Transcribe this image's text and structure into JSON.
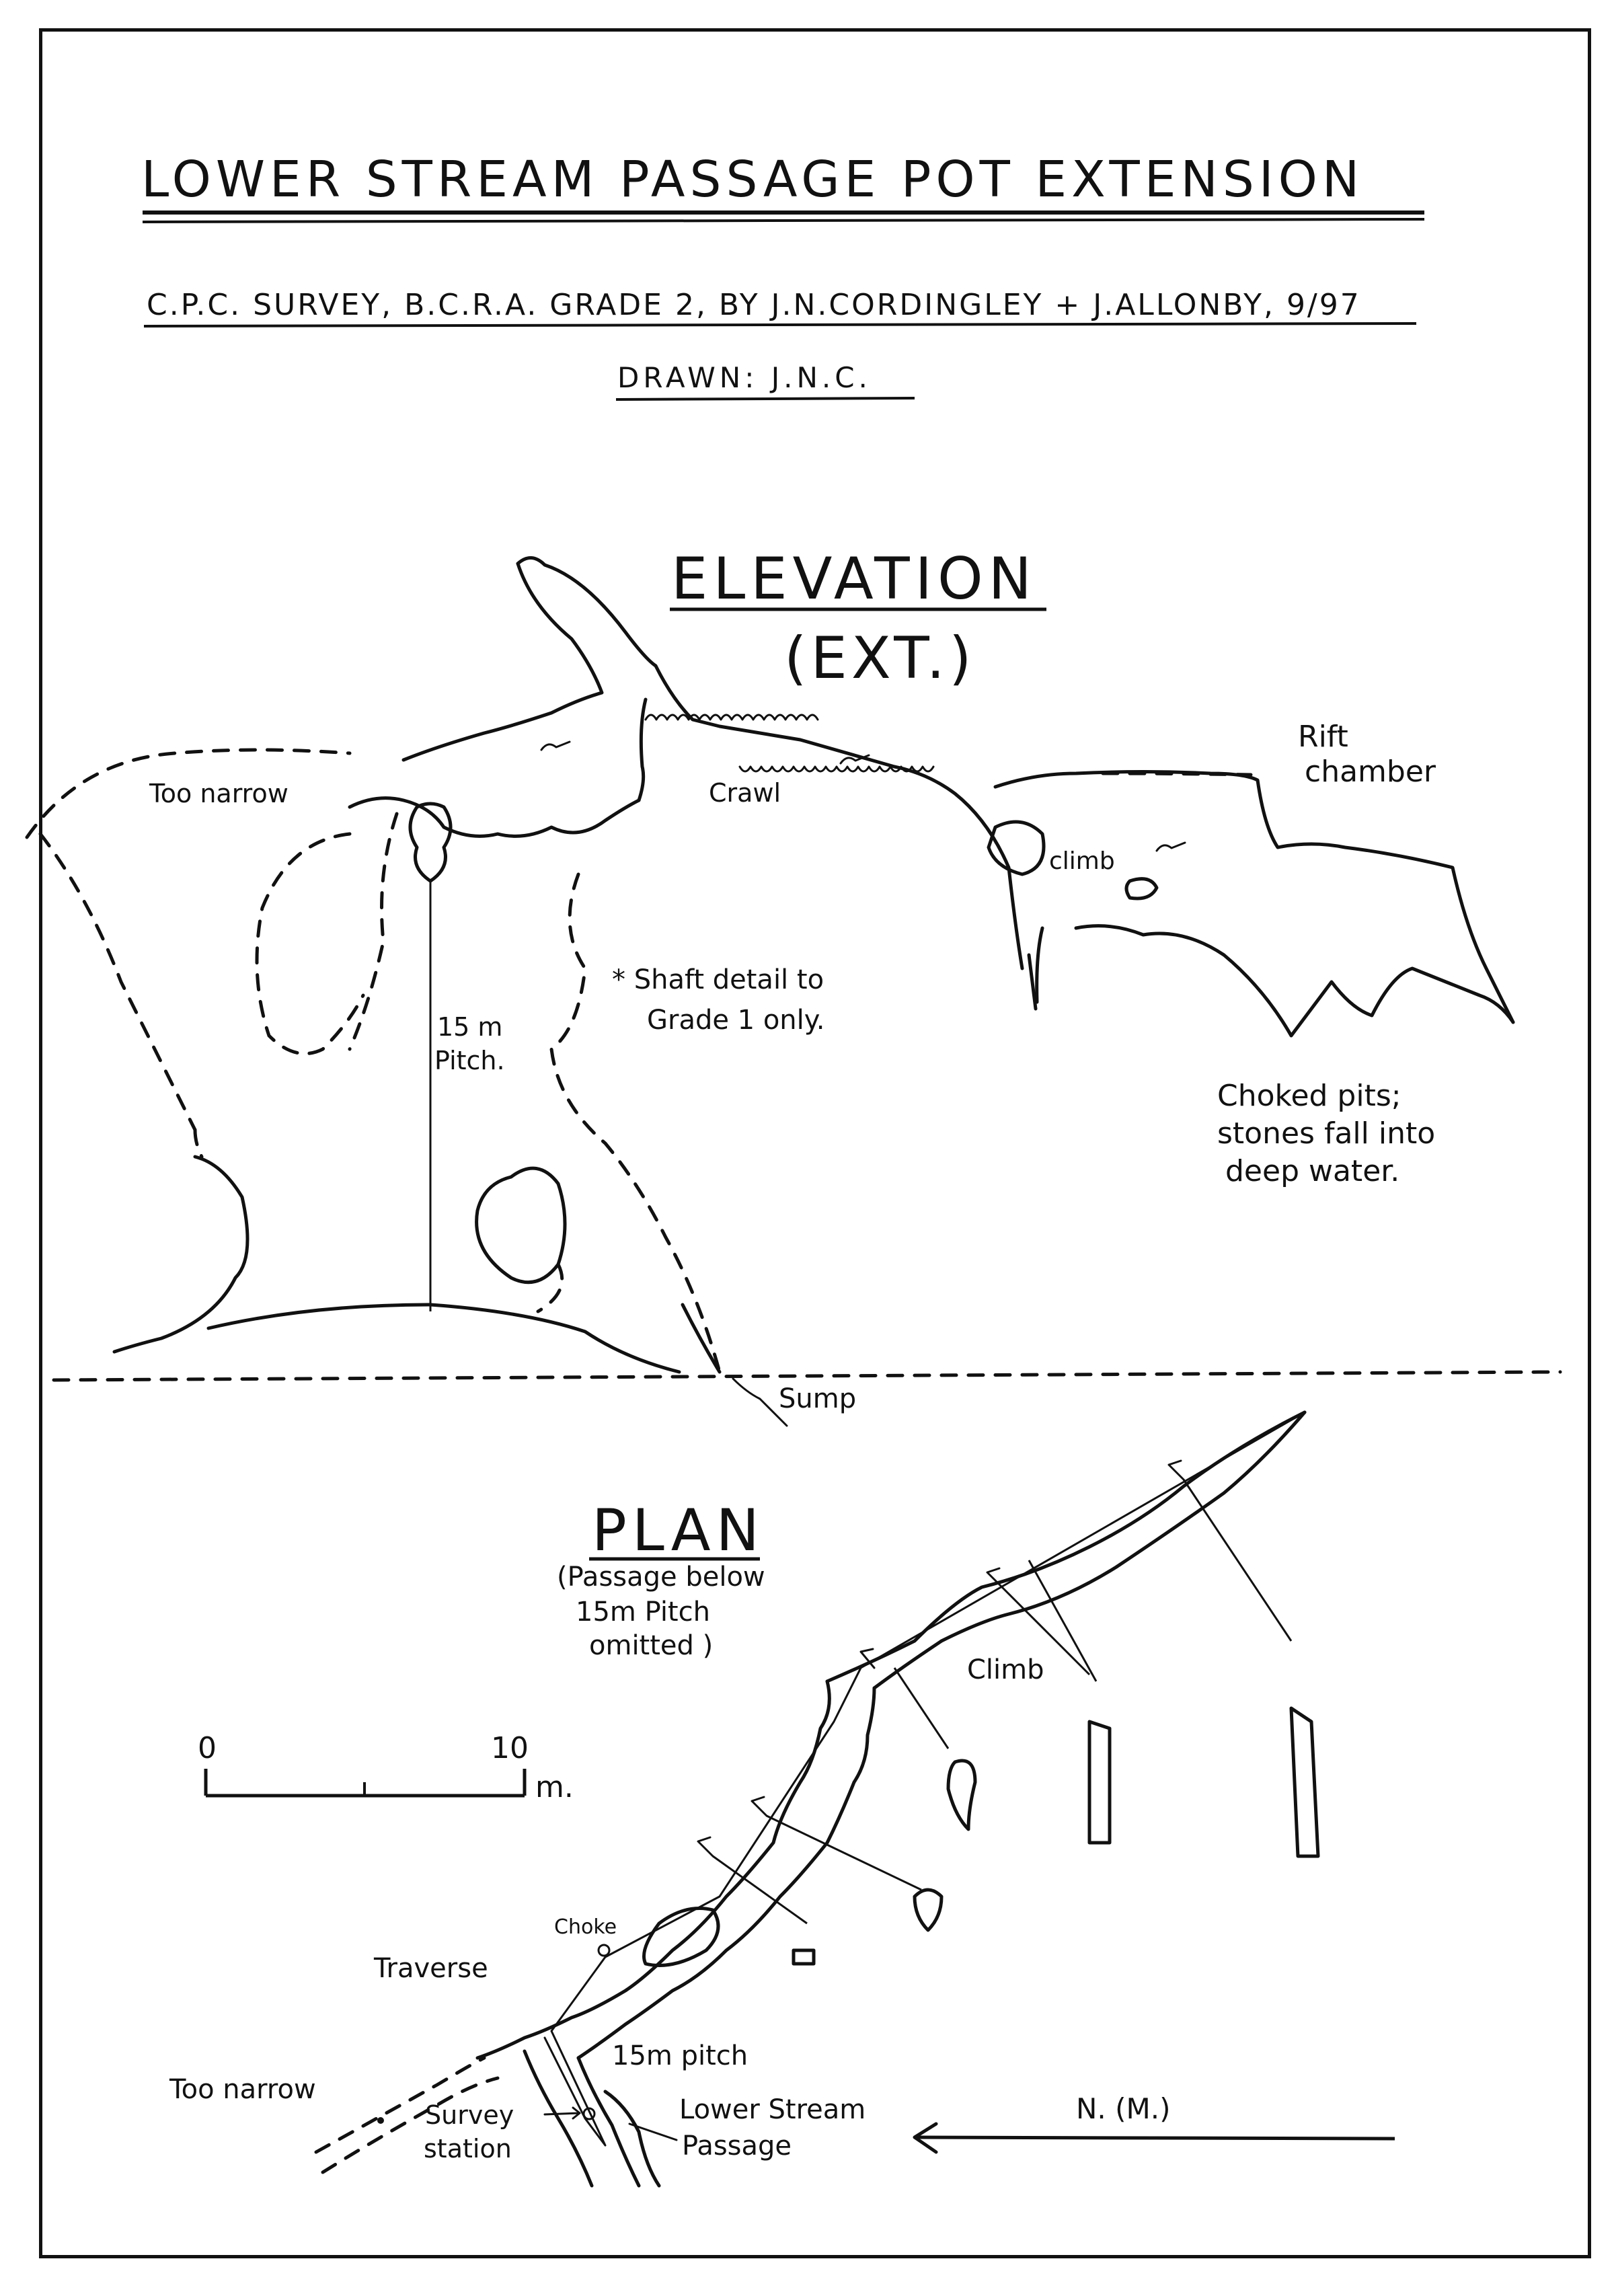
{
  "header": {
    "title": "LOWER STREAM PASSAGE POT EXTENSION",
    "survey_line": "C.P.C. SURVEY, B.C.R.A. GRADE 2, BY J.N.CORDINGLEY + J.ALLONBY, 9/97",
    "drawn_line": "DRAWN: J.N.C."
  },
  "elevation": {
    "title": "ELEVATION",
    "subtitle": "(EXT.)",
    "labels": {
      "too_narrow": "Too narrow",
      "crawl": "Crawl",
      "rift_1": "Rift",
      "rift_2": "chamber",
      "climb": "climb",
      "pitch_1": "15 m",
      "pitch_2": "Pitch.",
      "shaft_1": "* Shaft detail to",
      "shaft_2": "Grade 1 only.",
      "choked_1": "Choked pits;",
      "choked_2": "stones fall into",
      "choked_3": "deep water.",
      "sump": "Sump"
    }
  },
  "plan": {
    "title": "PLAN",
    "note_1": "(Passage below",
    "note_2": "15m Pitch",
    "note_3": "omitted )",
    "labels": {
      "climb": "Climb",
      "choke": "Choke",
      "traverse": "Traverse",
      "too_narrow": "Too narrow",
      "pitch": "15m pitch",
      "lower_1": "Lower Stream",
      "lower_2": "Passage",
      "survey_1": "Survey",
      "survey_2": "station",
      "north": "N. (M.)"
    },
    "scale": {
      "zero": "0",
      "ten": "10",
      "unit": "m."
    }
  }
}
